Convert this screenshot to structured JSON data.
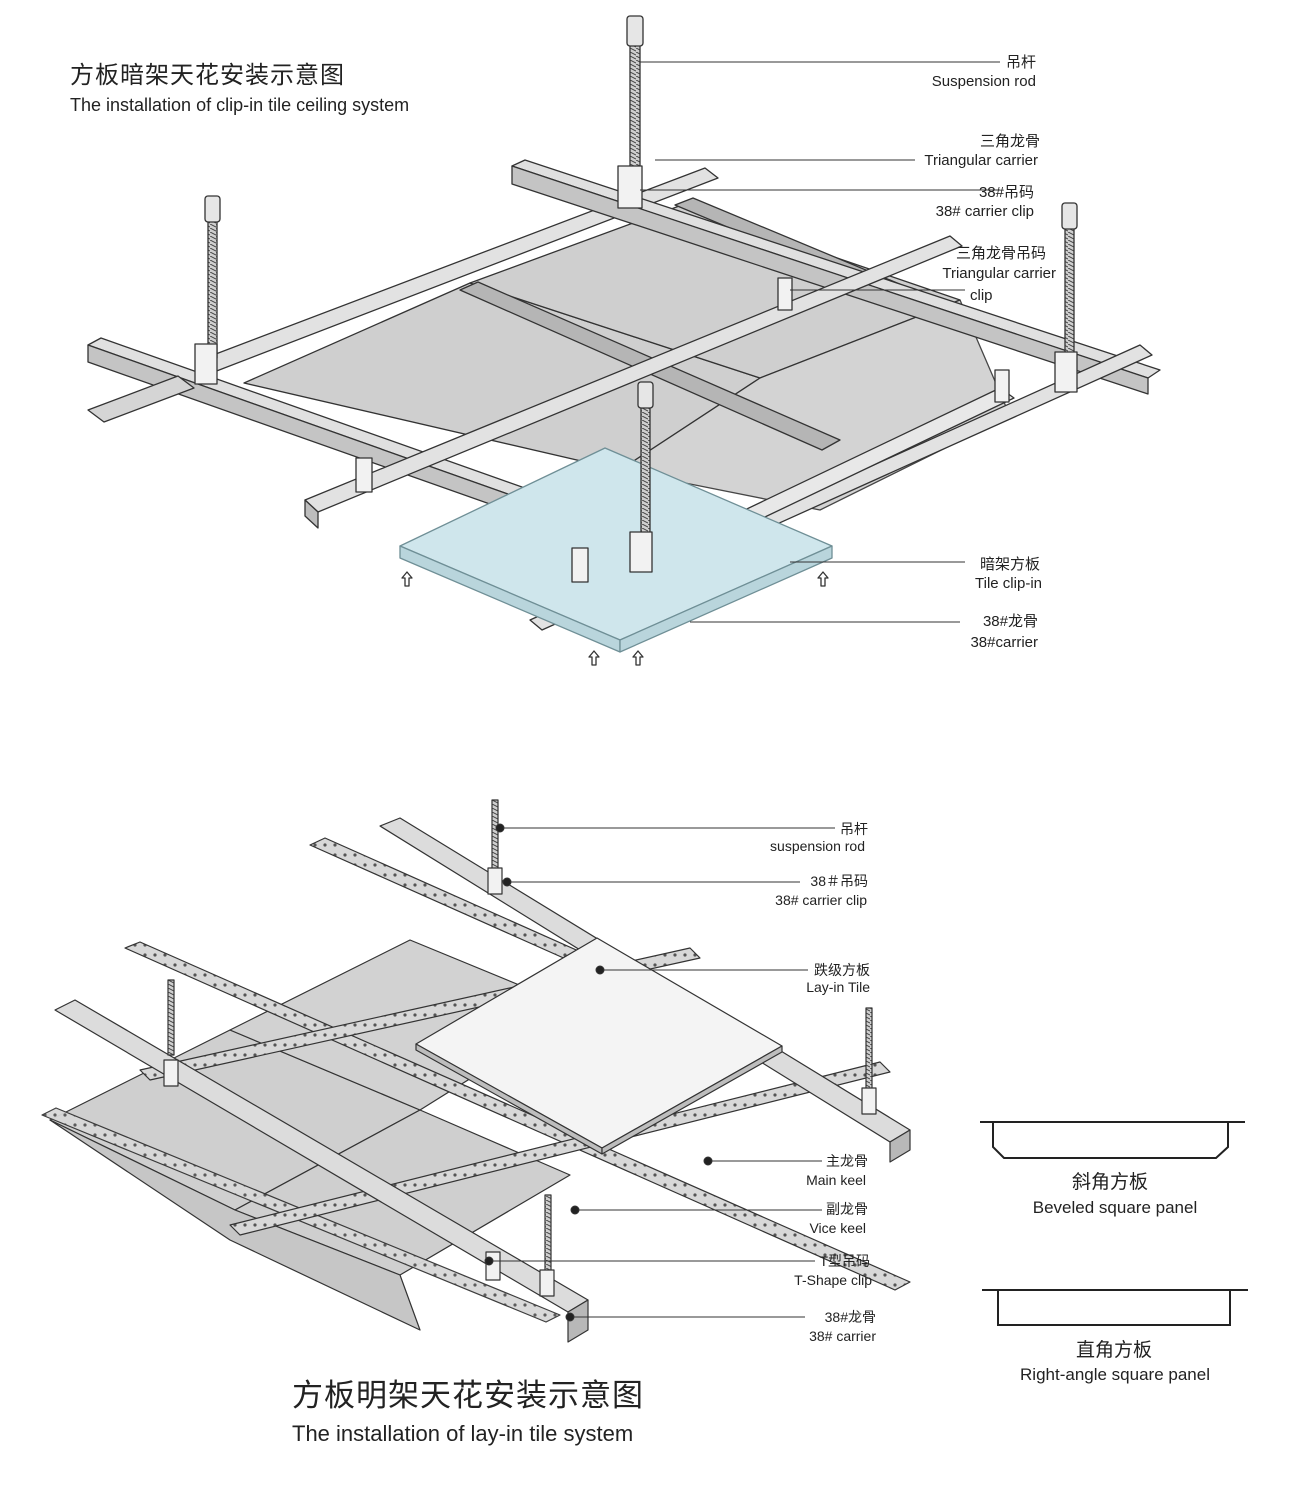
{
  "clip_in": {
    "title_zh": "方板暗架天花安装示意图",
    "title_en": "The installation of clip-in tile ceiling system",
    "labels": {
      "suspension_rod_zh": "吊杆",
      "suspension_rod_en": "Suspension rod",
      "triangular_carrier_zh": "三角龙骨",
      "triangular_carrier_en": "Triangular carrier",
      "carrier_clip_zh": "38#吊码",
      "carrier_clip_en": "38# carrier clip",
      "tri_carrier_clip_zh": "三角龙骨吊码",
      "tri_carrier_clip_en1": "Triangular carrier",
      "tri_carrier_clip_en2": "clip",
      "tile_clip_in_zh": "暗架方板",
      "tile_clip_in_en": "Tile clip-in",
      "carrier38_zh": "38#龙骨",
      "carrier38_en": "38#carrier"
    }
  },
  "lay_in": {
    "title_zh": "方板明架天花安装示意图",
    "title_en": "The installation of lay-in tile system",
    "labels": {
      "suspension_rod_zh": "吊杆",
      "suspension_rod_en": "suspension rod",
      "carrier_clip_zh": "38＃吊码",
      "carrier_clip_en": "38# carrier clip",
      "lay_in_tile_zh": "跌级方板",
      "lay_in_tile_en": "Lay-in Tile",
      "main_keel_zh": "主龙骨",
      "main_keel_en": "Main keel",
      "vice_keel_zh": "副龙骨",
      "vice_keel_en": "Vice keel",
      "t_clip_zh": "T型吊码",
      "t_clip_en": "T-Shape clip",
      "carrier38_zh": "38#龙骨",
      "carrier38_en": "38# carrier"
    }
  },
  "profiles": {
    "beveled_zh": "斜角方板",
    "beveled_en": "Beveled square panel",
    "right_zh": "直角方板",
    "right_en": "Right-angle square panel"
  },
  "colors": {
    "line": "#333333",
    "metal": "#d8d8d8",
    "metal_dark": "#9a9a9a",
    "panel": "#cfcfcf",
    "tile_blue": "#cfe6ec"
  }
}
